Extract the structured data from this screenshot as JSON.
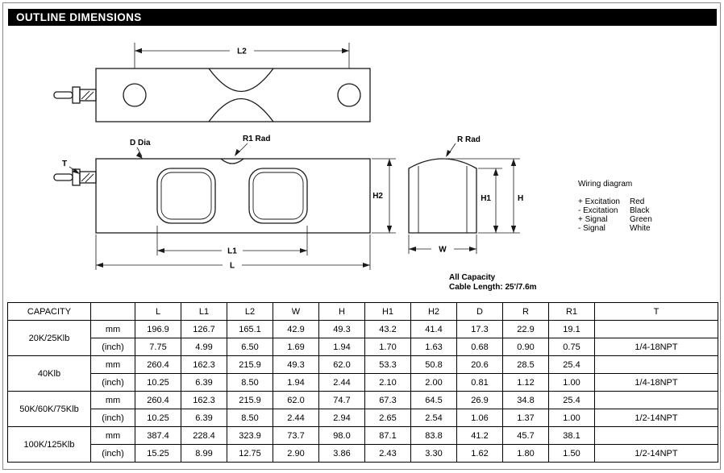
{
  "section": {
    "title": "OUTLINE DIMENSIONS"
  },
  "diagram": {
    "labels": {
      "l2": "L2",
      "l1": "L1",
      "l": "L",
      "w": "W",
      "h": "H",
      "h1": "H1",
      "h2": "H2",
      "t": "T",
      "d_dia": "D Dia",
      "r1_rad": "R1 Rad",
      "r_rad": "R Rad"
    },
    "wiring": {
      "title": "Wiring diagram",
      "rows": [
        {
          "signal": "+ Excitation",
          "color": "Red"
        },
        {
          "signal": "- Excitation",
          "color": "Black"
        },
        {
          "signal": "+ Signal",
          "color": "Green"
        },
        {
          "signal": "- Signal",
          "color": "White"
        }
      ]
    },
    "note": {
      "line1": "All Capacity",
      "line2": "Cable Length: 25'/7.6m"
    }
  },
  "table": {
    "headers": [
      "CAPACITY",
      "",
      "L",
      "L1",
      "L2",
      "W",
      "H",
      "H1",
      "H2",
      "D",
      "R",
      "R1",
      "T"
    ],
    "units": [
      "mm",
      "(inch)"
    ],
    "groups": [
      {
        "capacity": "20K/25Klb",
        "mm": [
          "196.9",
          "126.7",
          "165.1",
          "42.9",
          "49.3",
          "43.2",
          "41.4",
          "17.3",
          "22.9",
          "19.1"
        ],
        "inch": [
          "7.75",
          "4.99",
          "6.50",
          "1.69",
          "1.94",
          "1.70",
          "1.63",
          "0.68",
          "0.90",
          "0.75"
        ],
        "t": "1/4-18NPT"
      },
      {
        "capacity": "40Klb",
        "mm": [
          "260.4",
          "162.3",
          "215.9",
          "49.3",
          "62.0",
          "53.3",
          "50.8",
          "20.6",
          "28.5",
          "25.4"
        ],
        "inch": [
          "10.25",
          "6.39",
          "8.50",
          "1.94",
          "2.44",
          "2.10",
          "2.00",
          "0.81",
          "1.12",
          "1.00"
        ],
        "t": "1/4-18NPT"
      },
      {
        "capacity": "50K/60K/75Klb",
        "mm": [
          "260.4",
          "162.3",
          "215.9",
          "62.0",
          "74.7",
          "67.3",
          "64.5",
          "26.9",
          "34.8",
          "25.4"
        ],
        "inch": [
          "10.25",
          "6.39",
          "8.50",
          "2.44",
          "2.94",
          "2.65",
          "2.54",
          "1.06",
          "1.37",
          "1.00"
        ],
        "t": "1/2-14NPT"
      },
      {
        "capacity": "100K/125Klb",
        "mm": [
          "387.4",
          "228.4",
          "323.9",
          "73.7",
          "98.0",
          "87.1",
          "83.8",
          "41.2",
          "45.7",
          "38.1"
        ],
        "inch": [
          "15.25",
          "8.99",
          "12.75",
          "2.90",
          "3.86",
          "2.43",
          "3.30",
          "1.62",
          "1.80",
          "1.50"
        ],
        "t": "1/2-14NPT"
      }
    ]
  }
}
